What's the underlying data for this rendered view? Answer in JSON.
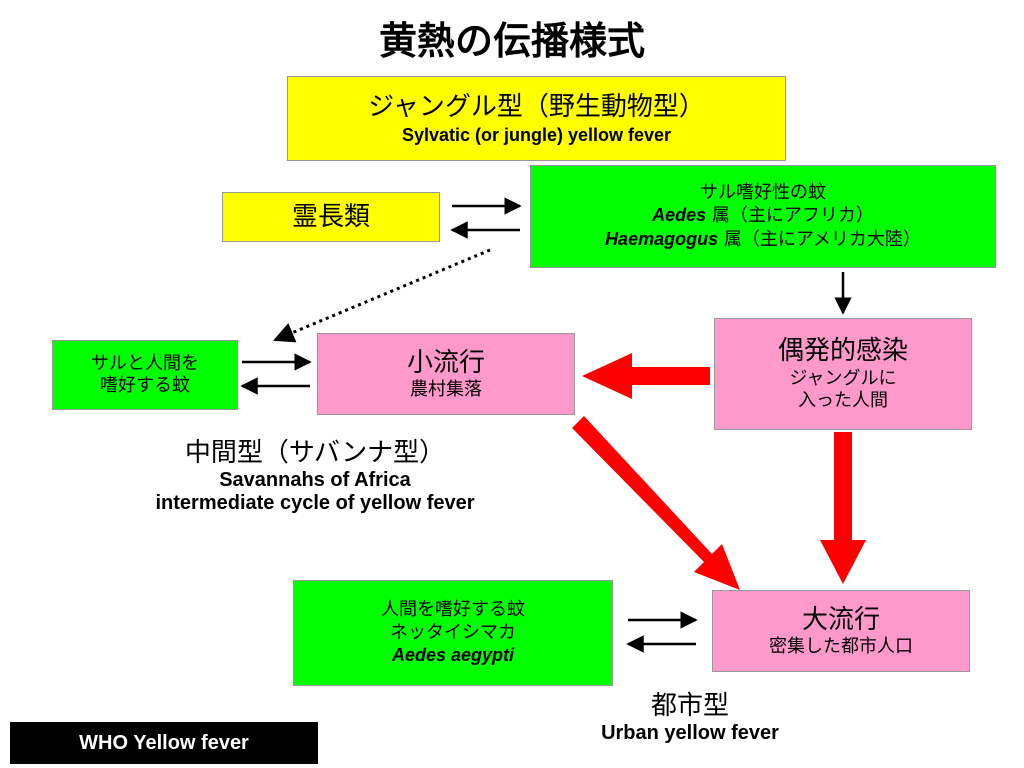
{
  "title": "黄熱の伝播様式",
  "sylvatic": {
    "jp": "ジャングル型（野生動物型）",
    "en": "Sylvatic (or jungle) yellow fever"
  },
  "primates": "霊長類",
  "monkey_mosquito": {
    "line1": "サル嗜好性の蚊",
    "aedes": "Aedes",
    "aedes_rest": " 属（主にアフリカ）",
    "haema": "Haemagogus",
    "haema_rest": " 属（主にアメリカ大陸）"
  },
  "sporadic": {
    "title": "偶発的感染",
    "line1": "ジャングルに",
    "line2": "入った人間"
  },
  "small_outbreak": {
    "title": "小流行",
    "sub": "農村集落"
  },
  "monkey_human_mosquito": {
    "line1": "サルと人間を",
    "line2": "嗜好する蚊"
  },
  "intermediate": {
    "jp": "中間型（サバンナ型）",
    "en1": "Savannahs of Africa",
    "en2": "intermediate cycle of yellow fever"
  },
  "human_mosquito": {
    "line1": "人間を嗜好する蚊",
    "line2": "ネッタイシマカ",
    "species": "Aedes aegypti"
  },
  "large_outbreak": {
    "title": "大流行",
    "sub": "密集した都市人口"
  },
  "urban": {
    "jp": "都市型",
    "en": "Urban yellow fever"
  },
  "footer": "WHO Yellow fever",
  "colors": {
    "yellow": "#ffff00",
    "green": "#00ff00",
    "pink": "#ff99cc",
    "red_arrow": "#ff0000"
  }
}
